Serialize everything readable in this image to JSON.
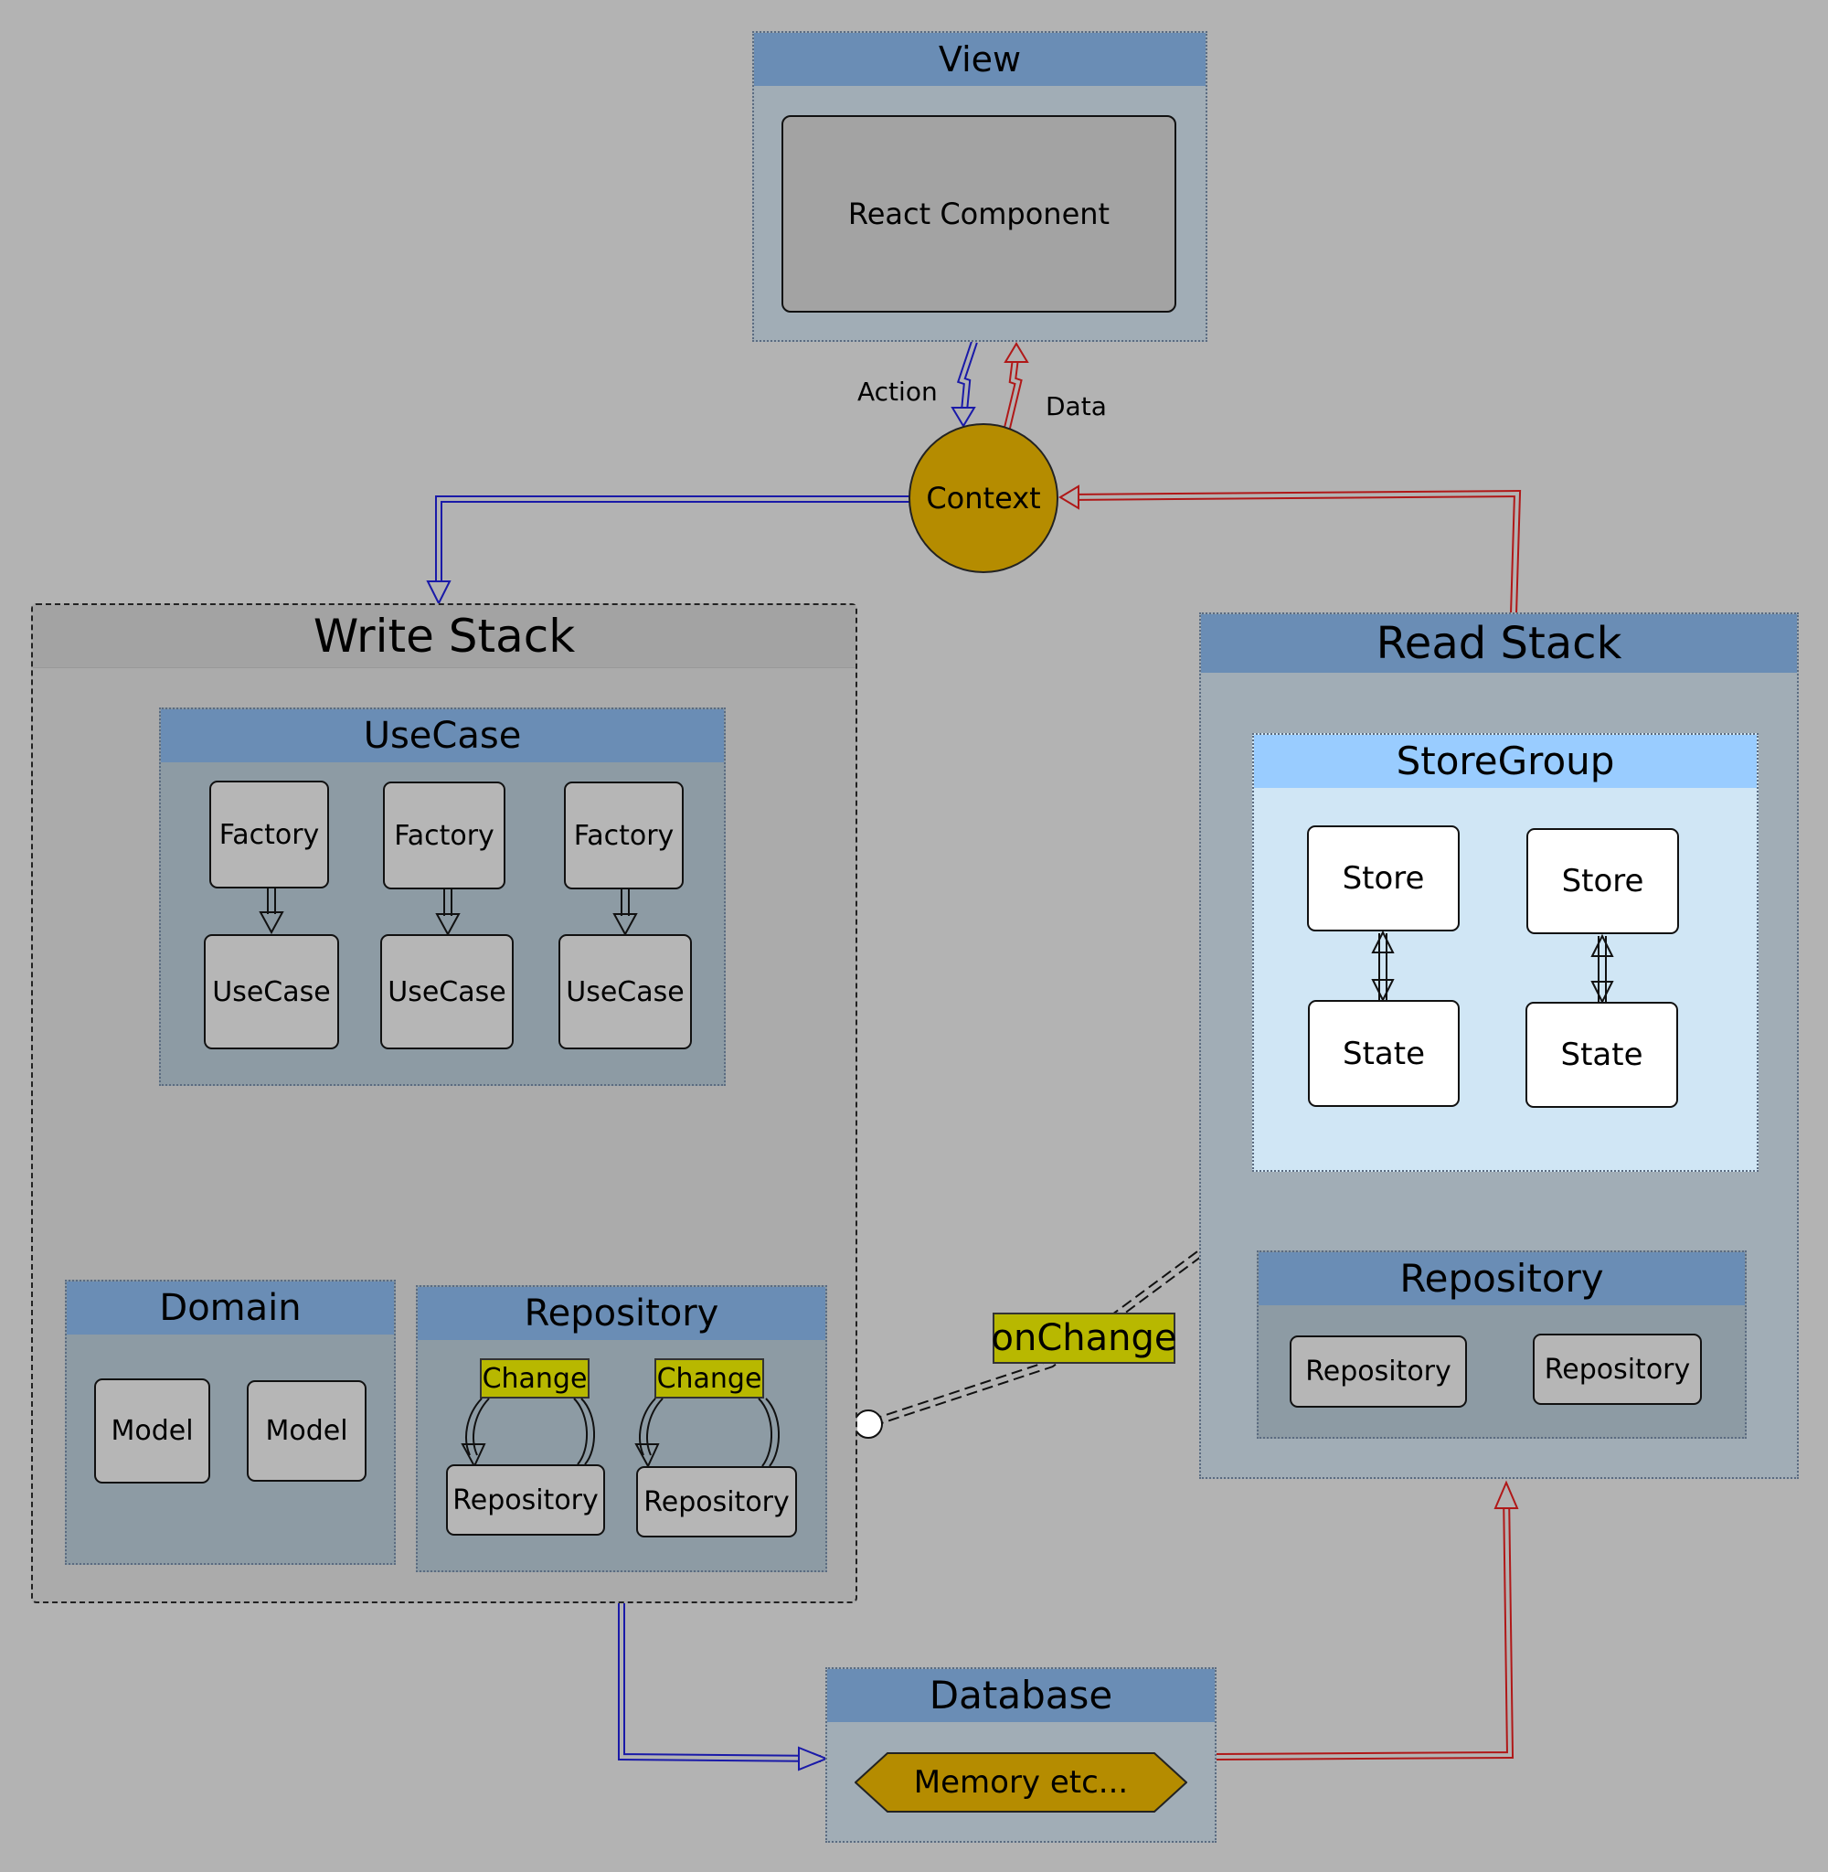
{
  "view": {
    "title": "View",
    "react_component": "React Component"
  },
  "flow_labels": {
    "action": "Action",
    "data": "Data"
  },
  "context": {
    "label": "Context"
  },
  "write_stack": {
    "title": "Write Stack",
    "usecase": {
      "title": "UseCase",
      "factories": [
        "Factory",
        "Factory",
        "Factory"
      ],
      "usecases": [
        "UseCase",
        "UseCase",
        "UseCase"
      ]
    },
    "domain": {
      "title": "Domain",
      "models": [
        "Model",
        "Model"
      ]
    },
    "repository": {
      "title": "Repository",
      "change_tags": [
        "Change",
        "Change"
      ],
      "repositories": [
        "Repository",
        "Repository"
      ]
    }
  },
  "read_stack": {
    "title": "Read Stack",
    "store_group": {
      "title": "StoreGroup",
      "stores": [
        "Store",
        "Store"
      ],
      "states": [
        "State",
        "State"
      ]
    },
    "repository": {
      "title": "Repository",
      "repositories": [
        "Repository",
        "Repository"
      ]
    }
  },
  "on_change": {
    "label": "onChange"
  },
  "database": {
    "title": "Database",
    "storage": "Memory etc..."
  },
  "colors": {
    "background": "#b3b3b3",
    "panel_header": "#6a8db5",
    "panel_body": "#a1adb6",
    "write_flow": "#1a1aa8",
    "read_flow": "#b01818",
    "context_fill": "#b58c00",
    "store_group_header": "#99ccff",
    "store_group_body": "#d0e6f5",
    "change_tag": "#b8b800"
  },
  "icons": {
    "entity": "circle-icon",
    "storage": "hexagon-icon"
  }
}
